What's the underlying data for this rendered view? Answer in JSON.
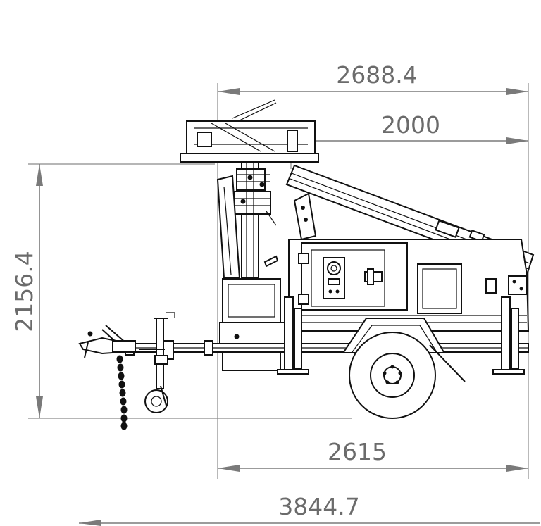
{
  "drawing": {
    "subject": "mobile lighting tower trailer side view",
    "dimensions": {
      "mast_width": "2688.4",
      "panel_width": "2000",
      "overall_height": "2156.4",
      "body_length": "2615",
      "overall_length": "3844.7"
    },
    "colors": {
      "line": "#111111",
      "dimension": "#7a7a7a",
      "text": "#6b6b6b",
      "background": "#ffffff"
    }
  }
}
